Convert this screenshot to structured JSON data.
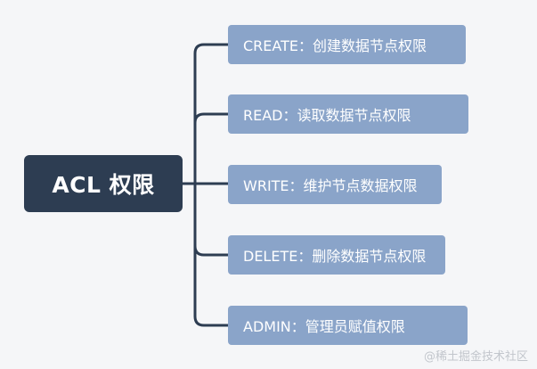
{
  "root": {
    "label": "ACL 权限"
  },
  "children": [
    {
      "label": "CREATE：创建数据节点权限"
    },
    {
      "label": "READ：读取数据节点权限"
    },
    {
      "label": "WRITE：维护节点数据权限"
    },
    {
      "label": "DELETE：删除数据节点权限"
    },
    {
      "label": "ADMIN：管理员赋值权限"
    }
  ],
  "watermark": "@稀土掘金技术社区",
  "colors": {
    "root_bg": "#2d3d52",
    "child_bg": "#8aa4c9",
    "connector": "#2d3d52",
    "background": "#f5f6f8"
  }
}
